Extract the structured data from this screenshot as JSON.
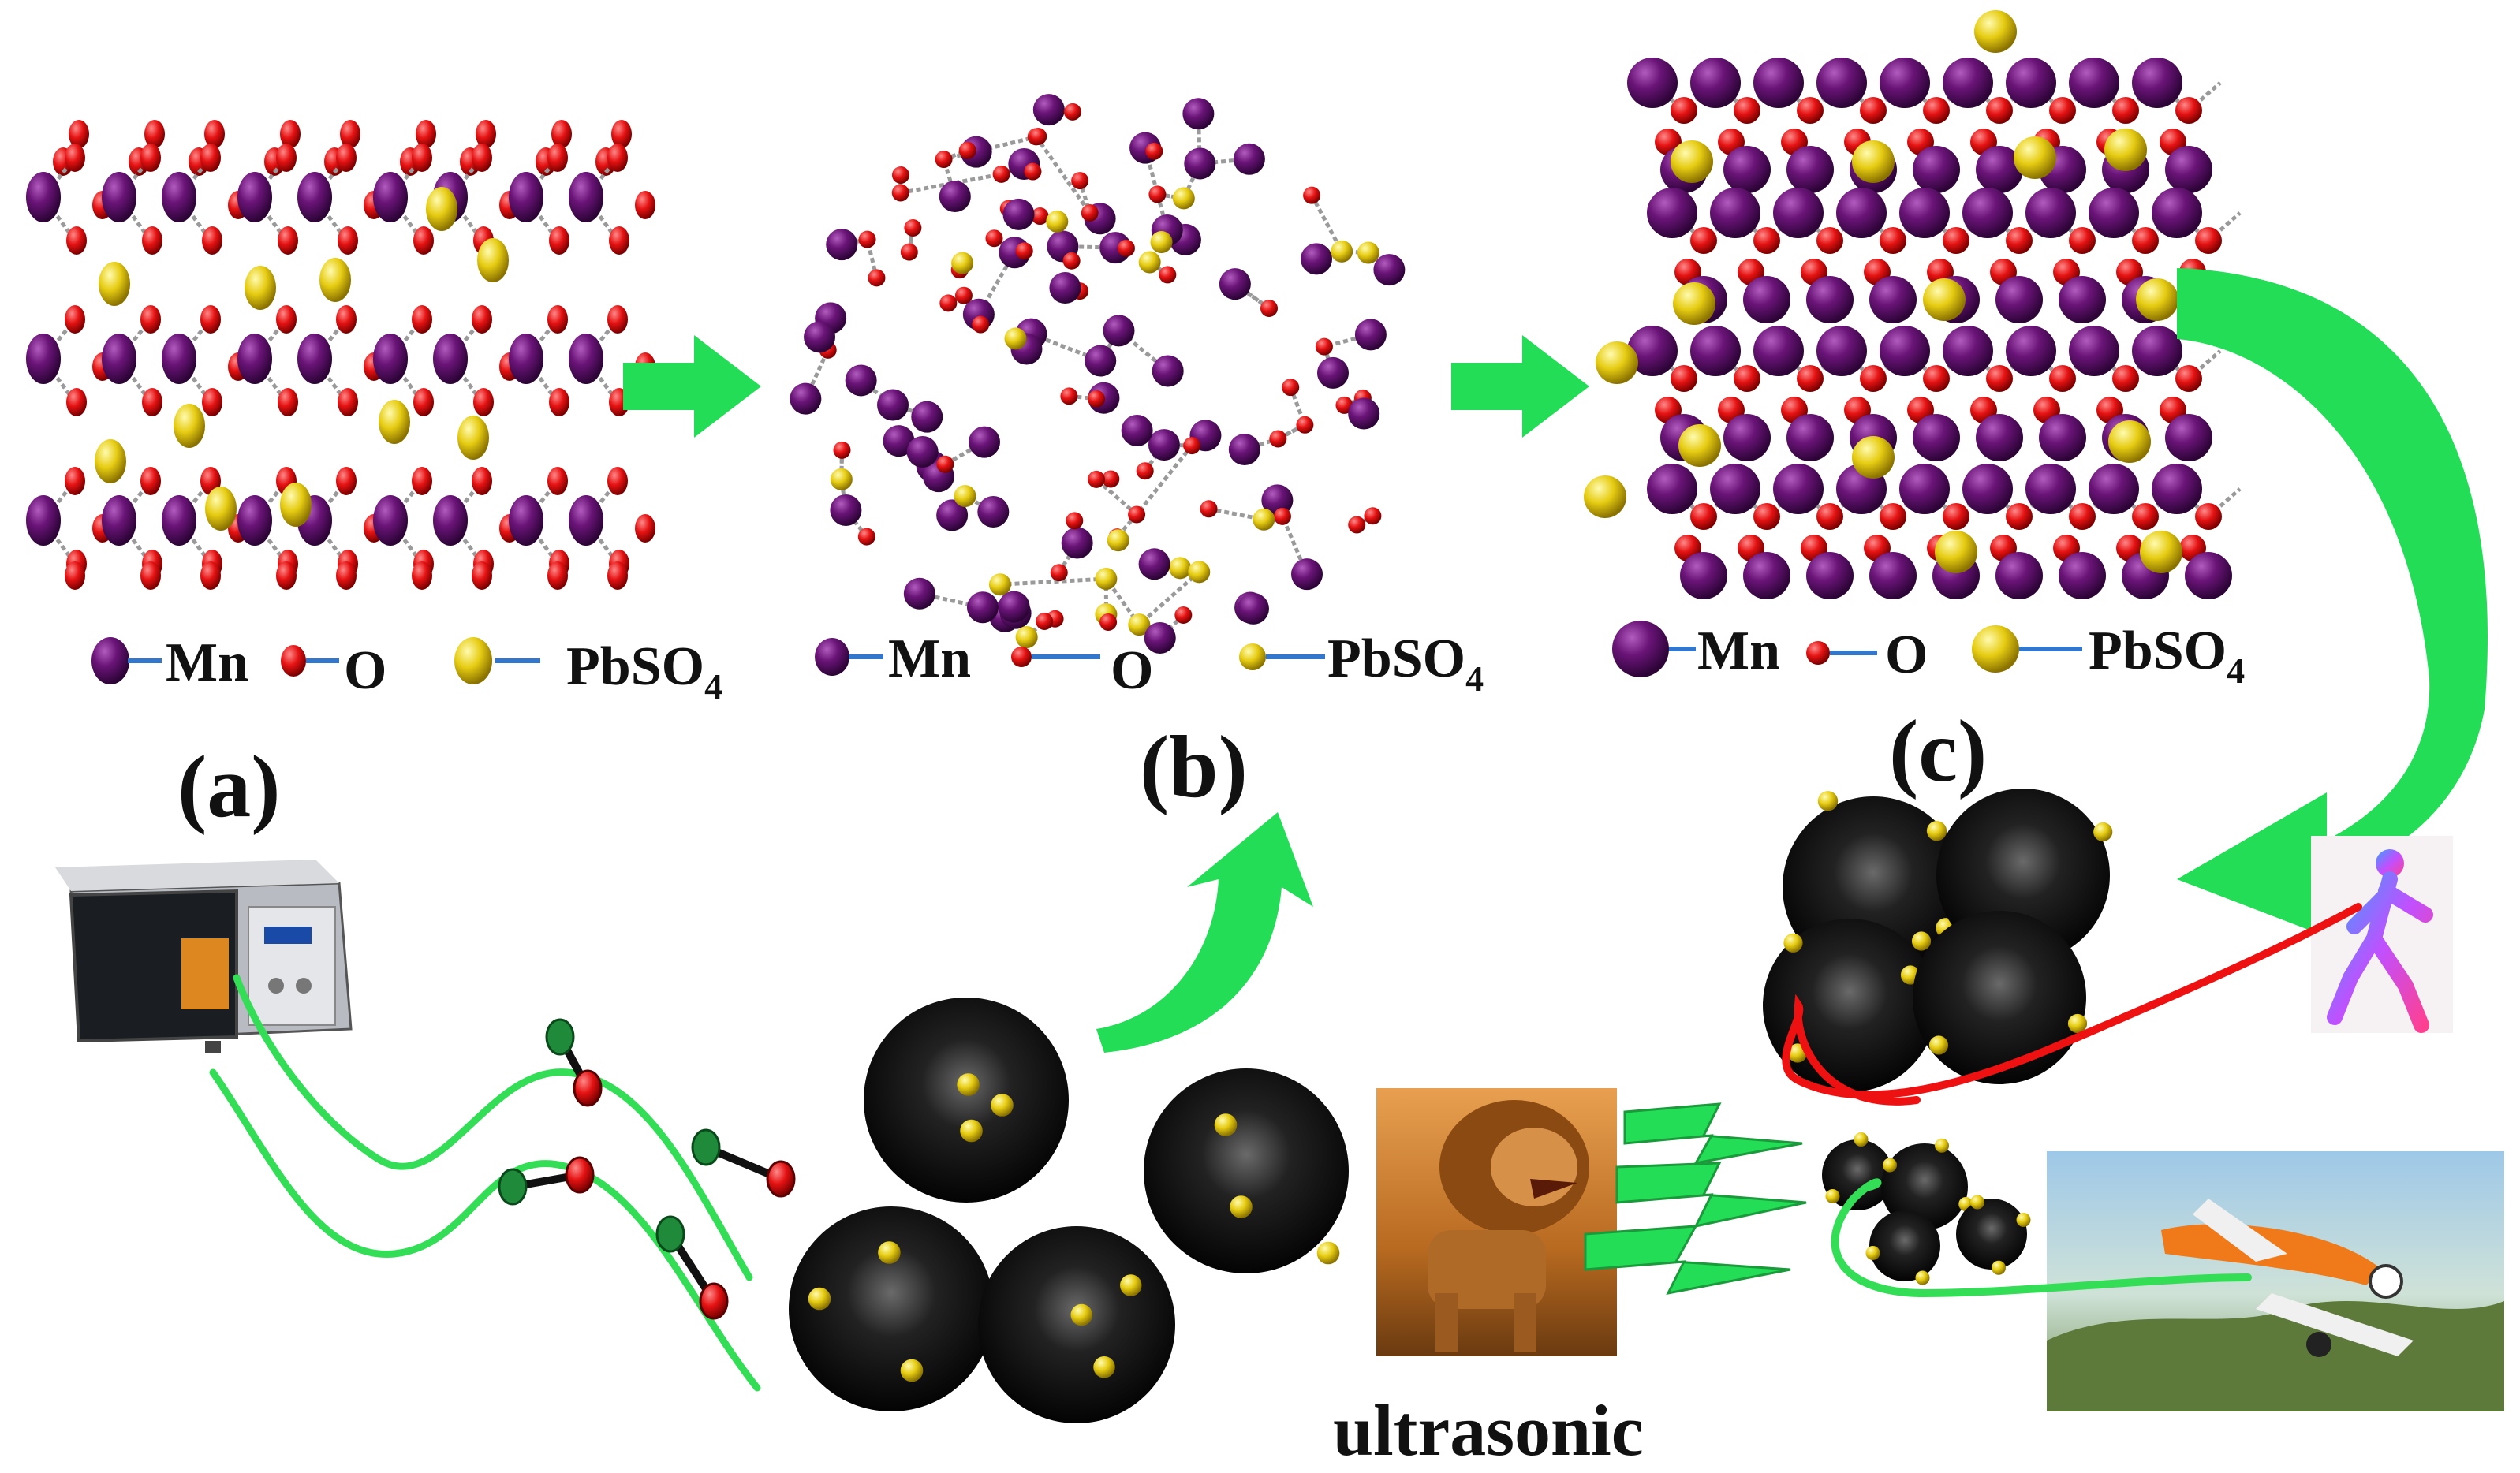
{
  "panels": [
    {
      "id": "a",
      "label": "(a)",
      "legend": [
        {
          "text": "Mn"
        },
        {
          "text": "O"
        },
        {
          "text": "PbSO",
          "sub": "4"
        }
      ]
    },
    {
      "id": "b",
      "label": "(b)",
      "legend": [
        {
          "text": "Mn"
        },
        {
          "text": "O"
        },
        {
          "text": "PbSO",
          "sub": "4"
        }
      ]
    },
    {
      "id": "c",
      "label": "(c)",
      "legend": [
        {
          "text": "Mn"
        },
        {
          "text": "O"
        },
        {
          "text": "PbSO",
          "sub": "4"
        }
      ]
    }
  ],
  "process": {
    "ultrasonic_label": "ultrasonic"
  },
  "colors": {
    "mn": "#5a0f66",
    "o": "#e01010",
    "pbso4": "#e8d010",
    "arrow": "#22dd55",
    "bond_line": "#3377cc",
    "trail_red": "#ee1111",
    "trail_green": "#33dd55"
  },
  "icons": [
    "microwave-oven-icon",
    "lion-image-icon",
    "airplane-image-icon",
    "runner-figure-icon"
  ]
}
